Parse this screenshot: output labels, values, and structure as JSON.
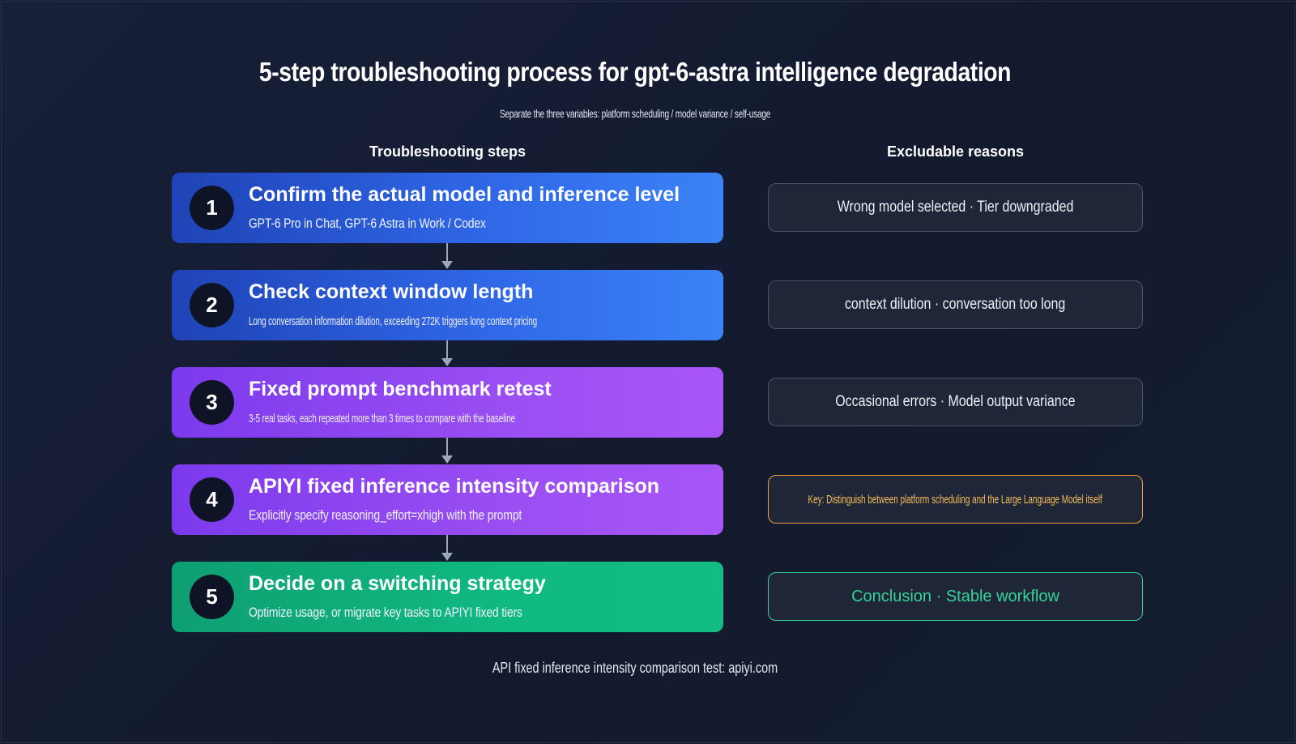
{
  "title": "5-step troubleshooting process for gpt-6-astra intelligence degradation",
  "subtitle": "Separate the three variables: platform scheduling / model variance / self-usage",
  "headers": {
    "steps": "Troubleshooting steps",
    "reasons": "Excludable reasons"
  },
  "steps": [
    {
      "number": "1",
      "title": "Confirm the actual model and inference level",
      "desc": "GPT-6 Pro in Chat, GPT-6 Astra in Work / Codex",
      "color": "#3b82f6"
    },
    {
      "number": "2",
      "title": "Check context window length",
      "desc": "Long conversation information dilution, exceeding 272K triggers long context pricing",
      "color": "#3b82f6"
    },
    {
      "number": "3",
      "title": "Fixed prompt benchmark retest",
      "desc": "3-5 real tasks, each repeated more than 3 times to compare with the baseline",
      "color": "#a855f7"
    },
    {
      "number": "4",
      "title": "APIYI fixed inference intensity comparison",
      "desc": "Explicitly specify reasoning_effort=xhigh with the prompt",
      "color": "#a855f7"
    },
    {
      "number": "5",
      "title": "Decide on a switching strategy",
      "desc": "Optimize usage, or migrate key tasks to APIYI fixed tiers",
      "color": "#10b981"
    }
  ],
  "reasons": [
    {
      "text": "Wrong model selected · Tier downgraded"
    },
    {
      "text": "context dilution · conversation too long"
    },
    {
      "text": "Occasional errors · Model output variance"
    },
    {
      "text": "Key: Distinguish between platform scheduling and the Large Language Model itself",
      "color": "#f59e3b"
    },
    {
      "text": "Conclusion · Stable workflow",
      "color": "#34d399"
    }
  ],
  "footer": "API fixed inference intensity comparison test: apiyi.com"
}
